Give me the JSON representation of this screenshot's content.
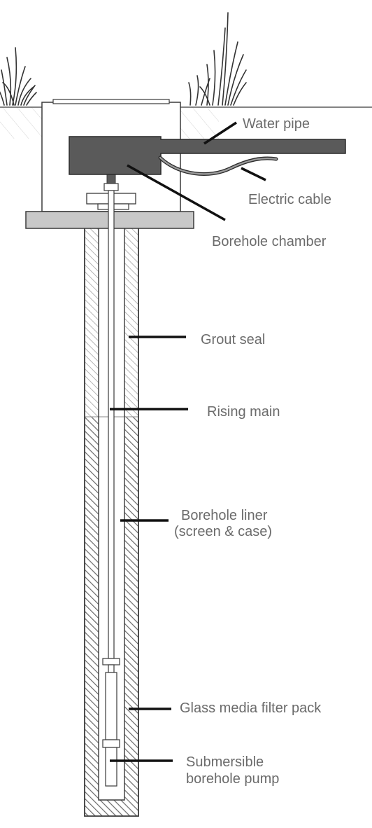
{
  "labels": {
    "water_pipe": "Water pipe",
    "electric_cable": "Electric cable",
    "borehole_chamber": "Borehole chamber",
    "grout_seal": "Grout seal",
    "rising_main": "Rising main",
    "borehole_liner_line1": "Borehole liner",
    "borehole_liner_line2": "(screen & case)",
    "filter_pack": "Glass media filter pack",
    "pump_line1": "Submersible",
    "pump_line2": "borehole pump"
  },
  "colors": {
    "outline": "#3a3a3a",
    "fill_dark": "#5a5a5a",
    "fill_slab": "#c8c8c8",
    "label_text": "#6b6b6b",
    "leader": "#111111"
  }
}
